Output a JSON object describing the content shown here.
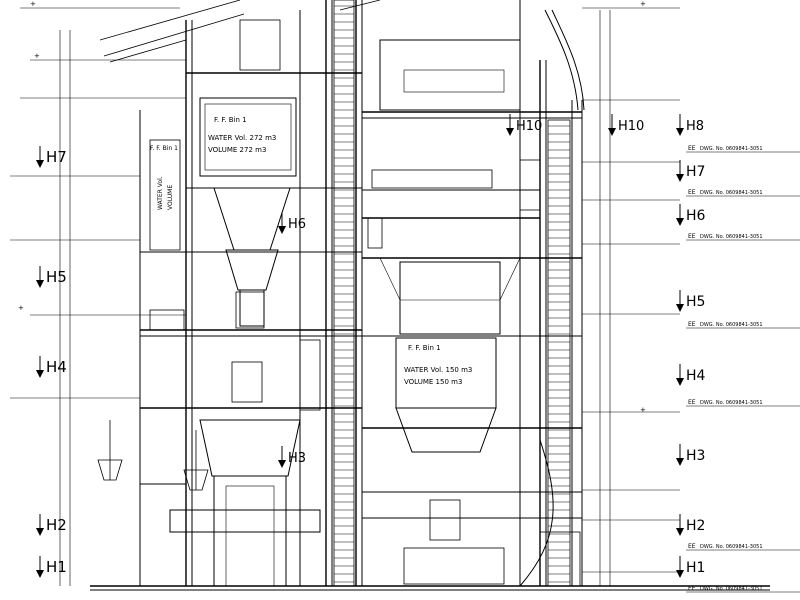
{
  "section_marks": {
    "left": [
      "H7",
      "H5",
      "H4",
      "H2",
      "H1"
    ],
    "center": [
      "H6",
      "H3"
    ],
    "right_upper": [
      "H10",
      "H10",
      "H8"
    ],
    "right": [
      "H7",
      "H6",
      "H5",
      "H4",
      "H3",
      "H2",
      "H1"
    ]
  },
  "reference_notes": {
    "prefix": "EE",
    "text": "DWG. No. 0609841-3051"
  },
  "elevation_prefix": "+",
  "tank_labels": {
    "upper": {
      "line1": "F. F. Bin 1",
      "line2": "WATER Vol. 272 m3",
      "line3": "VOLUME 272 m3"
    },
    "lower": {
      "line1": "F. F. Bin 1",
      "line2": "WATER Vol. 150 m3",
      "line3": "VOLUME 150 m3"
    },
    "side": {
      "line1": "F. F. Bin 1",
      "line2": "WATER Vol.",
      "line3": "VOLUME"
    }
  }
}
